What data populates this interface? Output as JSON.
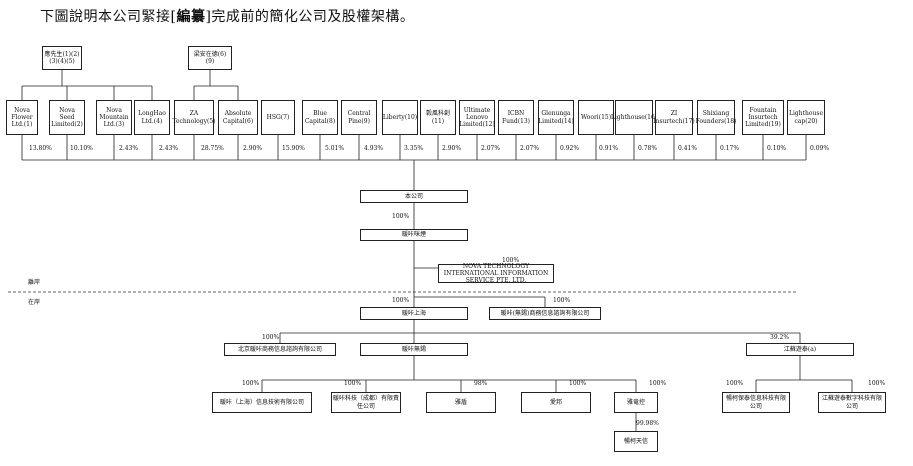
{
  "title": {
    "prefix": "下圖說明本公司緊接[",
    "bold": "編纂",
    "suffix": "]完成前的簡化公司及股權架構。"
  },
  "controllers": [
    {
      "id": "ctrl-1",
      "label": "應先生(1)(2)(3)(4)(5)"
    },
    {
      "id": "ctrl-2",
      "label": "梁安在德(6)(9)"
    }
  ],
  "shareholders": [
    {
      "id": "sh-1",
      "lines": [
        "Nova",
        "Flower",
        "Ltd.(1)"
      ],
      "pct": "13.80%"
    },
    {
      "id": "sh-2",
      "lines": [
        "Nova Seed",
        "Limited(2)"
      ],
      "pct": "10.10%"
    },
    {
      "id": "sh-3",
      "lines": [
        "Nova",
        "Mountain",
        "Ltd.(3)"
      ],
      "pct": "2.43%"
    },
    {
      "id": "sh-4",
      "lines": [
        "LongHao",
        "Ltd.(4)"
      ],
      "pct": "2.43%"
    },
    {
      "id": "sh-5",
      "lines": [
        "ZA",
        "Technology(5)"
      ],
      "pct": "28.75%"
    },
    {
      "id": "sh-6",
      "lines": [
        "Absolute",
        "Capital(6)"
      ],
      "pct": "2.90%"
    },
    {
      "id": "sh-7",
      "lines": [
        "HSG(7)"
      ],
      "pct": "15.90%"
    },
    {
      "id": "sh-8",
      "lines": [
        "Blue",
        "Capital(8)"
      ],
      "pct": "5.01%"
    },
    {
      "id": "sh-9",
      "lines": [
        "Central",
        "Pine(9)"
      ],
      "pct": "4.93%"
    },
    {
      "id": "sh-10",
      "lines": [
        "Liberty(10)"
      ],
      "pct": "3.35%"
    },
    {
      "id": "sh-11",
      "lines": [
        "穀風科創(11)"
      ],
      "pct": "2.90%"
    },
    {
      "id": "sh-12",
      "lines": [
        "Ultimate",
        "Lenovo",
        "Limited(12)"
      ],
      "pct": "2.07%"
    },
    {
      "id": "sh-13",
      "lines": [
        "ICBN",
        "Fund(13)"
      ],
      "pct": "2.07%"
    },
    {
      "id": "sh-14",
      "lines": [
        "Glenunga",
        "Limited(14)"
      ],
      "pct": "0.92%"
    },
    {
      "id": "sh-15",
      "lines": [
        "Woori(15)"
      ],
      "pct": "0.91%"
    },
    {
      "id": "sh-16",
      "lines": [
        "Lighthouse(16)"
      ],
      "pct": "0.78%"
    },
    {
      "id": "sh-17",
      "lines": [
        "ZI",
        "Insurtech(17)"
      ],
      "pct": "0.41%"
    },
    {
      "id": "sh-18",
      "lines": [
        "Shixiang",
        "Founders(18)"
      ],
      "pct": "0.17%"
    },
    {
      "id": "sh-19",
      "lines": [
        "Fountain",
        "Insurtech",
        "Limited(19)"
      ],
      "pct": "0.10%"
    },
    {
      "id": "sh-20",
      "lines": [
        "Lighthouse",
        "cap(20)"
      ],
      "pct": "0.09%"
    }
  ],
  "company": "本公司",
  "nodes": {
    "hk": {
      "label": "暖咔咪煙",
      "pct": "100%"
    },
    "sg": {
      "label": "NOVA TECHNOLOGY INTERNATIONAL INFORMATION SERVICE PTE. LTD.",
      "pct": "100%"
    },
    "sh": {
      "label": "暖咔上海",
      "pct": "100%"
    },
    "wx_biz": {
      "label": "暖咔(無錫)商務信息諮詢有限公司",
      "pct": "100%"
    },
    "bj": {
      "label": "北京暖咔商務信息諮詢有限公司",
      "pct": "100%"
    },
    "wx": {
      "label": "暖咔無錫"
    },
    "js": {
      "label": "江蘇遊泰(a)",
      "pct": "39.2%"
    },
    "c1": {
      "label": "暖咔（上海）信息技術有限公司",
      "pct": "100%"
    },
    "c2": {
      "label": "暖咔科技（成都）有限責任公司",
      "pct": "100%"
    },
    "c3": {
      "label": "雅盾",
      "pct": "98%"
    },
    "c4": {
      "label": "愛邦",
      "pct": "100%"
    },
    "c5": {
      "label": "雅竜控",
      "pct": "100%"
    },
    "c6": {
      "label": "暢柯保泰信息科技有限公司",
      "pct": "100%"
    },
    "c7": {
      "label": "江蘇遊泰數字科技有限公司",
      "pct": "100%"
    },
    "c8": {
      "label": "暢柯天信",
      "pct": "99.98%"
    }
  },
  "regions": {
    "offshore": "離岸",
    "onshore": "在岸"
  }
}
